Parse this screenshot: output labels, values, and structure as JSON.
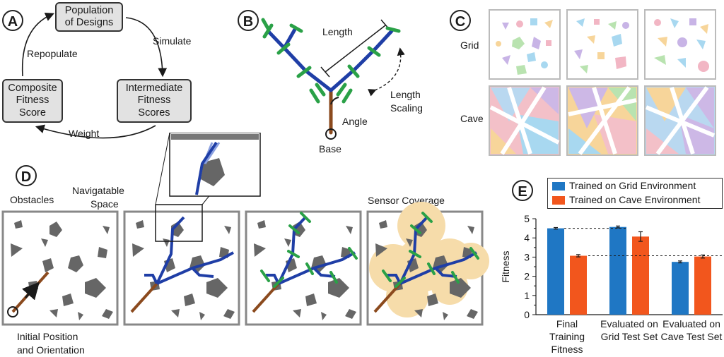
{
  "panels": {
    "a": "A",
    "b": "B",
    "c": "C",
    "d": "D",
    "e": "E"
  },
  "panel_a": {
    "box_population": "Population of Designs",
    "box_intermediate": "Intermediate Fitness Scores",
    "box_composite": "Composite Fitness Score",
    "edge_simulate": "Simulate",
    "edge_weight": "Weight",
    "edge_repopulate": "Repopulate"
  },
  "panel_b": {
    "length": "Length",
    "length_scaling_1": "Length",
    "length_scaling_2": "Scaling",
    "angle": "Angle",
    "base": "Base"
  },
  "panel_c": {
    "row_grid": "Grid",
    "row_cave": "Cave"
  },
  "panel_d": {
    "obstacles": "Obstacles",
    "navigable_1": "Navigatable",
    "navigable_2": "Space",
    "initial_1": "Initial Position",
    "initial_2": "and Orientation",
    "sensor_coverage": "Sensor Coverage"
  },
  "colors": {
    "blue": "#1f3ea6",
    "green": "#2aa147",
    "brown": "#8b4a1e",
    "bar_blue": "#1f77c4",
    "bar_orange": "#f2561d",
    "sensor": "#f6dcaa"
  },
  "chart_data": {
    "type": "bar",
    "ylabel": "Fitness",
    "ylim": [
      0,
      5
    ],
    "yticks": [
      "0",
      "0.5",
      "1",
      "1.5",
      "2",
      "2.5",
      "3",
      "3.5",
      "4",
      "4.5",
      "5"
    ],
    "categories": [
      [
        "Final",
        "Training",
        "Fitness"
      ],
      [
        "Evaluated on",
        "Grid Test Set"
      ],
      [
        "Evaluated on",
        "Cave Test Set"
      ]
    ],
    "series": [
      {
        "name": "Trained on Grid Environment",
        "values": [
          4.5,
          4.57,
          2.75
        ],
        "errors": [
          0.04,
          0.05,
          0.05
        ]
      },
      {
        "name": "Trained on Cave Environment",
        "values": [
          3.07,
          4.07,
          3.03
        ],
        "errors": [
          0.06,
          0.25,
          0.08
        ]
      }
    ]
  }
}
